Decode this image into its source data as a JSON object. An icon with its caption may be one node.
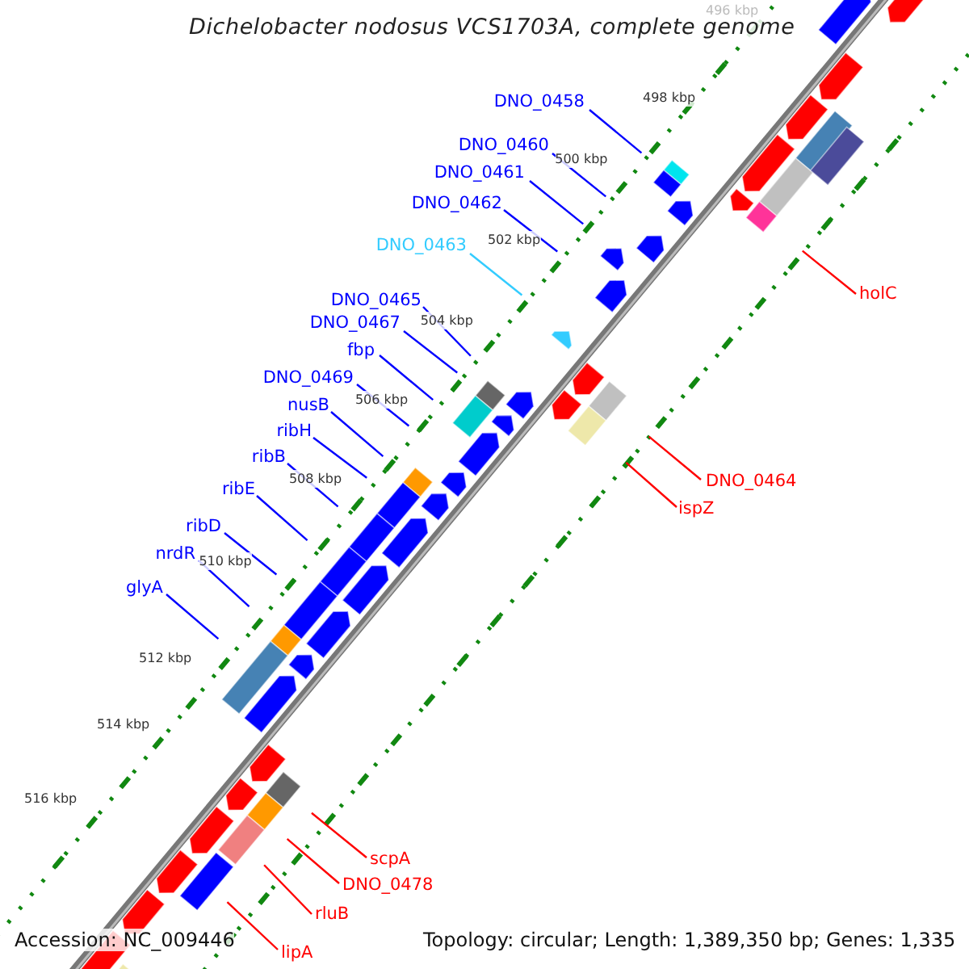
{
  "diagram": {
    "title": "Dichelobacter nodosus VCS1703A, complete genome",
    "nodes": [
      {
        "text": [
          "DNO_0458"
        ]
      },
      {
        "text": [
          "DNO_0460"
        ]
      },
      {
        "text": [
          "DNO_0461"
        ]
      },
      {
        "text": [
          "DNO_0462"
        ]
      },
      {
        "text": [
          "DNO_0463"
        ]
      },
      {
        "text": [
          "DNO_0465"
        ]
      },
      {
        "text": [
          "DNO_0467"
        ]
      },
      {
        "text": [
          "fbp"
        ]
      },
      {
        "text": [
          "DNO_0469"
        ]
      },
      {
        "text": [
          "nusB"
        ]
      },
      {
        "text": [
          "ribH"
        ]
      },
      {
        "text": [
          "ribB"
        ]
      },
      {
        "text": [
          "ribE"
        ]
      },
      {
        "text": [
          "ribD"
        ]
      },
      {
        "text": [
          "nrdR"
        ]
      },
      {
        "text": [
          "glyA"
        ]
      },
      {
        "text": [
          "holC"
        ]
      },
      {
        "text": [
          "DNO_0464"
        ]
      },
      {
        "text": [
          "ispZ"
        ]
      },
      {
        "text": [
          "scpA"
        ]
      },
      {
        "text": [
          "DNO_0478"
        ]
      },
      {
        "text": [
          "rluB"
        ]
      },
      {
        "text": [
          "lipA"
        ]
      }
    ],
    "edges": [
      {
        "from": 0,
        "to": null,
        "arrow": "none"
      },
      {
        "from": 1,
        "to": null,
        "arrow": "none"
      },
      {
        "from": 2,
        "to": null,
        "arrow": "none"
      },
      {
        "from": 3,
        "to": null,
        "arrow": "none"
      },
      {
        "from": 4,
        "to": null,
        "arrow": "none",
        "color": "#33ccff"
      },
      {
        "from": 5,
        "to": null,
        "arrow": "none"
      },
      {
        "from": 6,
        "to": null,
        "arrow": "none"
      },
      {
        "from": 7,
        "to": null,
        "arrow": "none"
      },
      {
        "from": 8,
        "to": null,
        "arrow": "none"
      },
      {
        "from": 9,
        "to": null,
        "arrow": "none"
      },
      {
        "from": 10,
        "to": null,
        "arrow": "none"
      },
      {
        "from": 11,
        "to": null,
        "arrow": "none"
      },
      {
        "from": 12,
        "to": null,
        "arrow": "none"
      },
      {
        "from": 13,
        "to": null,
        "arrow": "none"
      },
      {
        "from": 14,
        "to": null,
        "arrow": "none"
      },
      {
        "from": 15,
        "to": null,
        "arrow": "none"
      },
      {
        "from": 16,
        "to": null,
        "arrow": "none",
        "color": "#ff0000"
      },
      {
        "from": 17,
        "to": null,
        "arrow": "none",
        "color": "#ff0000"
      },
      {
        "from": 18,
        "to": null,
        "arrow": "none",
        "color": "#ff0000"
      },
      {
        "from": 19,
        "to": null,
        "arrow": "none",
        "color": "#ff0000"
      },
      {
        "from": 20,
        "to": null,
        "arrow": "none",
        "color": "#ff0000"
      },
      {
        "from": 21,
        "to": null,
        "arrow": "none",
        "color": "#ff0000"
      },
      {
        "from": 22,
        "to": null,
        "arrow": "none",
        "color": "#ff0000"
      }
    ],
    "labels": [
      "496 kbp",
      "498 kbp",
      "500 kbp",
      "502 kbp",
      "504 kbp",
      "506 kbp",
      "508 kbp",
      "510 kbp",
      "512 kbp",
      "514 kbp",
      "516 kbp",
      "Accession: NC_009446",
      "Topology: circular; Length: 1,389,350 bp; Genes: 1,335"
    ]
  }
}
